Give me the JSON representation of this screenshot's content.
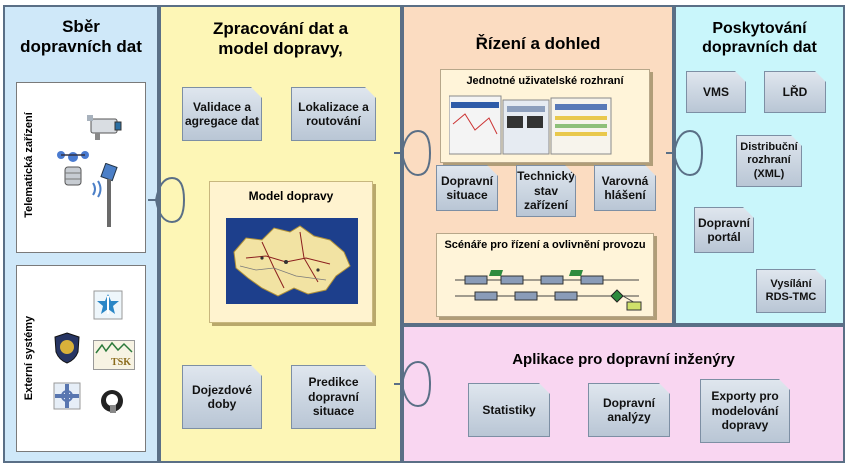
{
  "panels": {
    "collection": {
      "title_line1": "Sběr",
      "title_line2": "dopravních dat",
      "telematics_label": "Telematická zařízení",
      "external_label": "Externí systémy",
      "tsk_logo_text": "TSK"
    },
    "processing": {
      "title_line1": "Zpracování dat a",
      "title_line2": "model dopravy,",
      "box_validation": "Validace a agregace dat",
      "box_localization": "Lokalizace a routování",
      "model_title": "Model dopravy",
      "box_travel_times": "Dojezdové doby",
      "box_prediction": "Predikce dopravní situace"
    },
    "control": {
      "title": "Řízení a dohled",
      "ui_title": "Jednotné uživatelské rozhraní",
      "box_situation": "Dopravní situace",
      "box_tech_state": "Technický stav zařízení",
      "box_warnings": "Varovná hlášení",
      "scenarios_title": "Scénáře pro řízení a ovlivnění provozu"
    },
    "provision": {
      "title_line1": "Poskytování",
      "title_line2": "dopravních dat",
      "box_vms": "VMS",
      "box_lrd": "LŘD",
      "box_distribution": "Distribuční rozhraní (XML)",
      "box_portal": "Dopravní portál",
      "box_rds": "Vysílání RDS-TMC"
    },
    "engineering": {
      "title": "Aplikace pro dopravní inženýry",
      "box_statistics": "Statistiky",
      "box_analyses": "Dopravní analýzy",
      "box_exports": "Exporty pro modelování dopravy"
    }
  },
  "colors": {
    "collection_bg": "#cfe8f9",
    "processing_bg": "#fdf6b6",
    "control_bg": "#fbdcc1",
    "provision_bg": "#c9f6fb",
    "engineering_bg": "#f9d6f1",
    "box_border": "#7d8fa4"
  }
}
